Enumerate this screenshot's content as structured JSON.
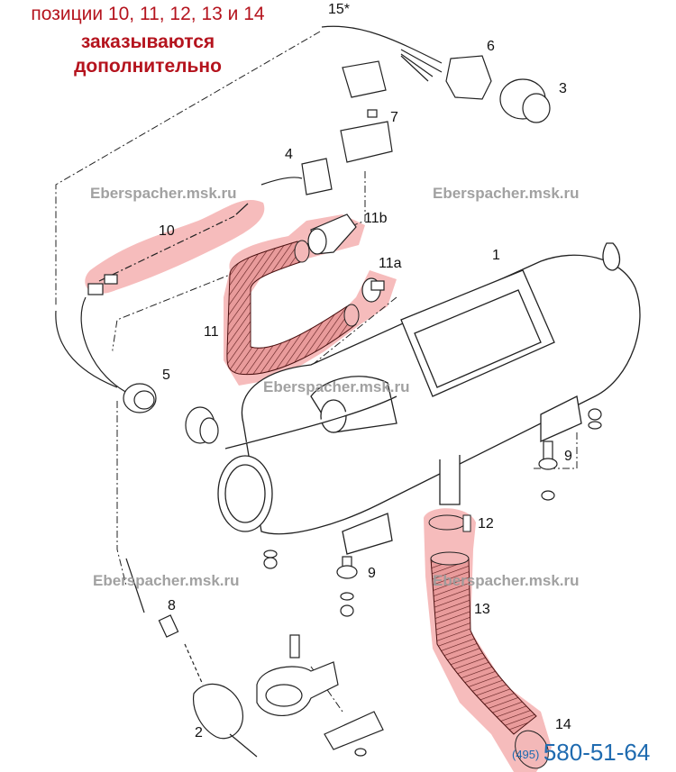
{
  "note": {
    "line1": "позиции 10, 11, 12, 13 и 14",
    "line2": "заказываются",
    "line3": "дополнительно"
  },
  "watermark": "Eberspacher.msk.ru",
  "phone": {
    "code": "(495)",
    "number": "580-51-64"
  },
  "colors": {
    "note_red": "#b5141e",
    "highlight_pink": "#f19a9a",
    "phone_blue": "#1f6bb0",
    "watermark_gray": "#9a9a9a"
  },
  "parts": [
    {
      "id": "1",
      "label": "1",
      "name": "heater-unit",
      "highlighted": false
    },
    {
      "id": "2",
      "label": "2",
      "name": "fuel-pump",
      "highlighted": false
    },
    {
      "id": "3",
      "label": "3",
      "name": "control-knob",
      "highlighted": false
    },
    {
      "id": "4",
      "label": "4",
      "name": "relay-module",
      "highlighted": false
    },
    {
      "id": "5",
      "label": "5",
      "name": "wiring-connector",
      "highlighted": false
    },
    {
      "id": "6",
      "label": "6",
      "name": "switch-housing",
      "highlighted": false
    },
    {
      "id": "7",
      "label": "7",
      "name": "fuse-holder",
      "highlighted": false
    },
    {
      "id": "8",
      "label": "8",
      "name": "fuel-line-connector",
      "highlighted": false
    },
    {
      "id": "9",
      "label": "9",
      "name": "mounting-bolt-set",
      "highlighted": false
    },
    {
      "id": "10",
      "label": "10",
      "name": "extension-cable",
      "highlighted": true
    },
    {
      "id": "11",
      "label": "11",
      "name": "warm-air-hose",
      "highlighted": true
    },
    {
      "id": "11a",
      "label": "11a",
      "name": "hose-clamp",
      "highlighted": true
    },
    {
      "id": "11b",
      "label": "11b",
      "name": "air-outlet-nozzle",
      "highlighted": true
    },
    {
      "id": "12",
      "label": "12",
      "name": "hose-clamp-intake",
      "highlighted": true
    },
    {
      "id": "13",
      "label": "13",
      "name": "intake-hose",
      "highlighted": true
    },
    {
      "id": "14",
      "label": "14",
      "name": "intake-protector",
      "highlighted": true
    },
    {
      "id": "15",
      "label": "15*",
      "name": "cable-harness",
      "highlighted": false
    }
  ]
}
